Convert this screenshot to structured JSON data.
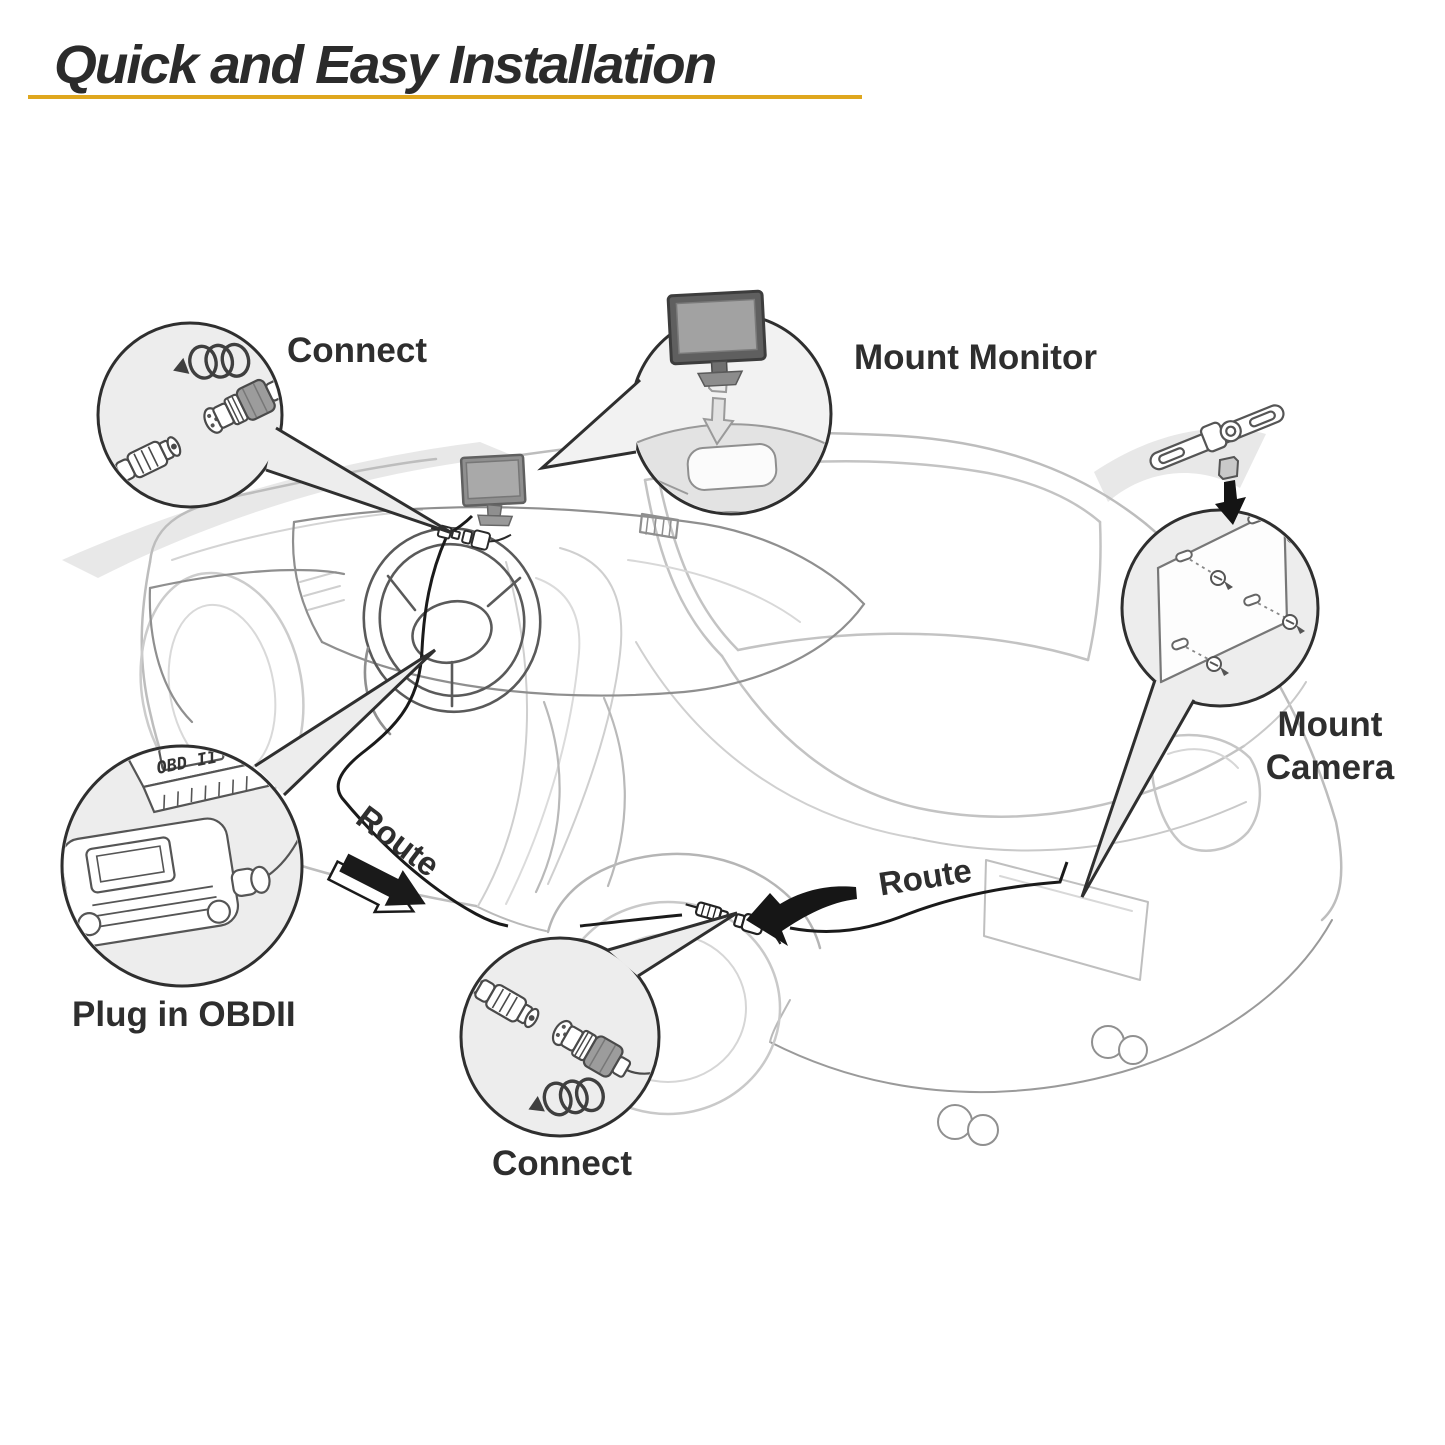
{
  "title": "Quick and Easy Installation",
  "colors": {
    "accent_underline": "#DFA71E",
    "text": "#2e2e2e",
    "callout_fill": "#EDEDED",
    "cable_black": "#1a1a1a",
    "car_line_gray": "#c3c3c3"
  },
  "labels": {
    "connect_top": "Connect",
    "mount_monitor": "Mount Monitor",
    "mount_camera_1": "Mount",
    "mount_camera_2": "Camera",
    "plug_obdii": "Plug in OBDII",
    "route_left": "Route",
    "route_right": "Route",
    "connect_bottom": "Connect",
    "obd_chip": "OBD II"
  },
  "icons": {
    "twist_coil": "coil-with-arrow",
    "press_down_arrow": "outlined-down-arrow",
    "mount_down_arrow": "solid-down-arrow",
    "route_forward_arrow": "solid-3d-arrow",
    "route_back_arrow": "curved-solid-arrow"
  }
}
